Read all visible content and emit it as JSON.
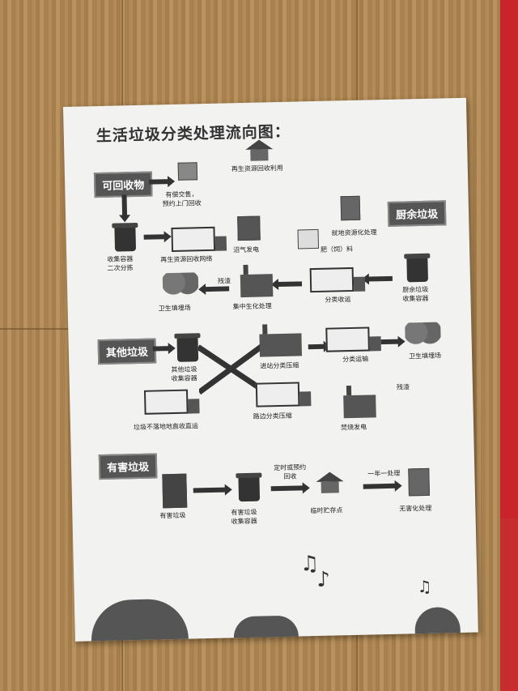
{
  "poster": {
    "title": "生活垃圾分类处理流向图：",
    "recyclable": {
      "category": "可回收物",
      "bin_label": "收集容器\n二次分拣",
      "trade_label": "有偿交售，\n预约上门回收",
      "house_label": "再生资源回收利用",
      "network_label": "再生资源回收网络"
    },
    "kitchen": {
      "category": "厨余垃圾",
      "resource_label": "就地资源化处理",
      "feed_label": "肥（饲）料",
      "biogas_label": "沼气发电",
      "bin_label": "厨余垃圾\n收集容器",
      "transport_label": "分类收运",
      "central_label": "集中生化处理",
      "residue_label": "残渣",
      "landfill_label": "卫生填埋场"
    },
    "other": {
      "category": "其他垃圾",
      "bin_label": "其他垃圾\n收集容器",
      "direct_label": "垃圾不落地地直收直运",
      "station_label": "进站分类压缩",
      "roadside_label": "路边分类压缩",
      "transport_label": "分类运输",
      "landfill_label": "卫生填埋场",
      "residue_label": "残渣",
      "incinerate_label": "焚烧发电"
    },
    "hazardous": {
      "category": "有害垃圾",
      "item_label": "有害垃圾",
      "bin_label": "有害垃圾\n收集容器",
      "schedule_label": "定时或预约\n回收",
      "storage_label": "临时贮存点",
      "year_label": "一年一处理",
      "safe_label": "无害化处理"
    }
  }
}
